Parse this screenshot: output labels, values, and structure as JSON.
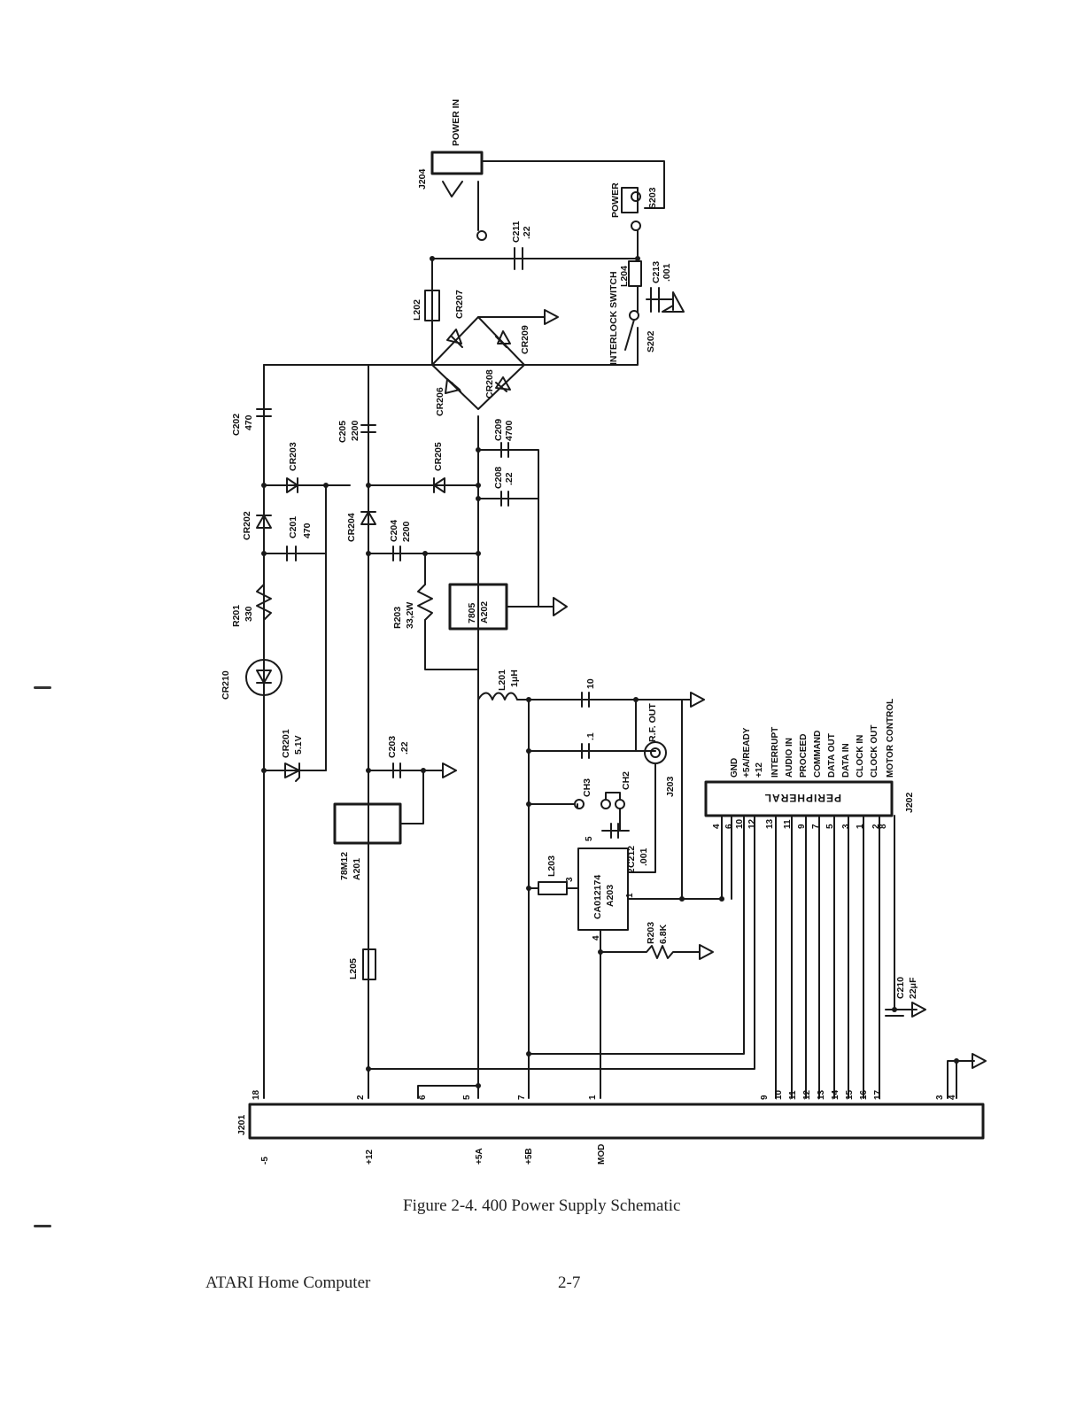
{
  "caption": "Figure 2-4.  400 Power Supply Schematic",
  "footer": {
    "left": "ATARI Home Computer",
    "right": "2-7"
  },
  "labels": {
    "power_in": "POWER IN",
    "j204": "J204",
    "c211": "C211",
    "c211_val": ".22",
    "power": "POWER",
    "s203": "S203",
    "l204": "L204",
    "c213": "C213",
    "c213_val": ".001",
    "interlock_switch": "INTERLOCK SWITCH",
    "s202": "S202",
    "l202": "L202",
    "cr207": "CR207",
    "cr209": "CR209",
    "cr208": "CR208",
    "cr206": "CR206",
    "c202": "C202",
    "c202_val": "470",
    "cr203": "CR203",
    "c205": "C205",
    "c205_val": "2200",
    "cr205": "CR205",
    "c209": "C209",
    "c209_val": "4700",
    "c208": "C208",
    "c208_val": ".22",
    "cr202": "CR202",
    "c201": "C201",
    "c201_val": "470",
    "cr204": "CR204",
    "c204": "C204",
    "c204_val": "2200",
    "r201": "R201",
    "r201_val": "330",
    "r203a": "R203",
    "r203a_val": "33,2W",
    "a202_part": "7805",
    "a202": "A202",
    "cr210": "CR210",
    "cr201": "CR201",
    "cr201_val": "5.1V",
    "c203": "C203",
    "c203_val": ".22",
    "l201": "L201",
    "l201_val": "1μH",
    "c_10": "10",
    "c_point1": ".1",
    "rf_out": "R.F. OUT",
    "j203": "J203",
    "ch3": "CH3",
    "ch2": "CH2",
    "a201_part": "78M12",
    "a201": "A201",
    "c212": "C212",
    "c212_val": ".001",
    "l203": "L203",
    "a203_part": "CA012174",
    "a203": "A203",
    "r203b": "R203",
    "r203b_val": "6.8K",
    "l205": "L205",
    "c210": "C210",
    "c210_val": "22μF",
    "peripheral": "PERIPHERAL",
    "j202": "J202",
    "j201": "J201",
    "signals": [
      "GND",
      "+5A/READY",
      "+12",
      "INTERRUPT",
      "AUDIO IN",
      "PROCEED",
      "COMMAND",
      "DATA OUT",
      "DATA IN",
      "CLOCK IN",
      "CLOCK OUT",
      "MOTOR CONTROL"
    ],
    "j202_pins": [
      "4",
      "6",
      "10",
      "12",
      "13",
      "11",
      "9",
      "7",
      "5",
      "3",
      "1",
      "2",
      "8"
    ],
    "a203_pins": [
      "5",
      "3",
      "2",
      "1",
      "4"
    ],
    "j201_pins": [
      "18",
      "2",
      "6",
      "5",
      "7",
      "1",
      "9",
      "10",
      "11",
      "12",
      "13",
      "14",
      "15",
      "16",
      "17",
      "3",
      "4"
    ],
    "rails": [
      "-5",
      "+12",
      "+5A",
      "+5B",
      "MOD"
    ]
  }
}
